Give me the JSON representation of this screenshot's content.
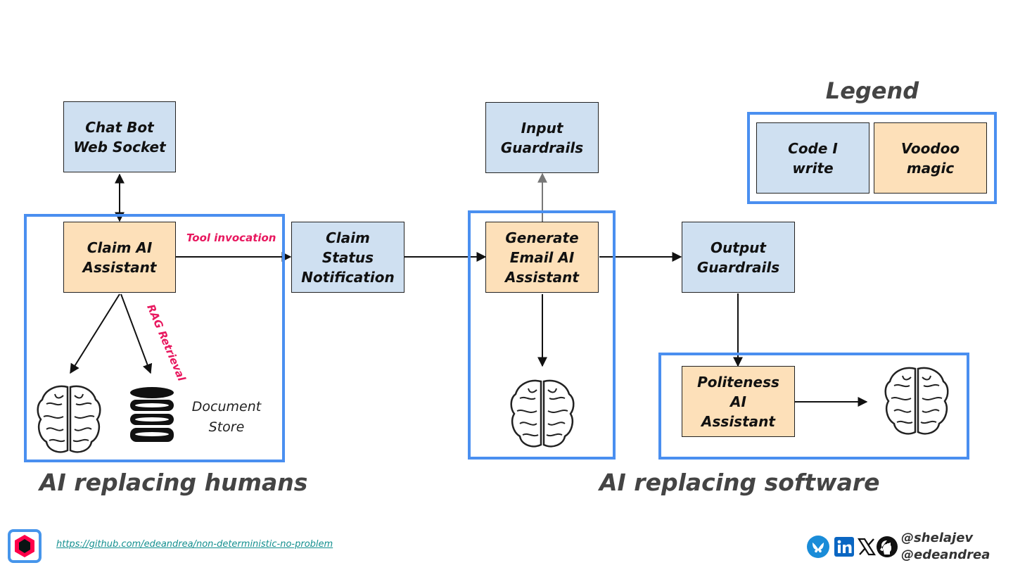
{
  "legend": {
    "title": "Legend",
    "code_label": "Code I\nwrite",
    "voodoo_label": "Voodoo\nmagic"
  },
  "boxes": {
    "chatbot": "Chat Bot\nWeb Socket",
    "claim_ai": "Claim AI\nAssistant",
    "claim_status": "Claim\nStatus\nNotification",
    "input_guardrails": "Input\nGuardrails",
    "generate_email": "Generate\nEmail AI\nAssistant",
    "output_guardrails": "Output\nGuardrails",
    "politeness": "Politeness\nAI\nAssistant"
  },
  "annotations": {
    "tool_invocation": "Tool invocation",
    "rag_retrieval": "RAG Retrieval",
    "document_store": "Document\nStore"
  },
  "captions": {
    "left": "AI replacing humans",
    "right": "AI replacing software"
  },
  "footer": {
    "link": "https://github.com/edeandrea/non-deterministic-no-problem",
    "handle1": "@shelajev",
    "handle2": "@edeandrea"
  },
  "colors": {
    "code_box": "#cfe0f1",
    "voodoo_box": "#fde0b9",
    "frame": "#4a8ff0",
    "annotation": "#e8185f"
  },
  "icons": [
    "brain-icon",
    "database-icon",
    "bluesky-icon",
    "linkedin-icon",
    "x-icon",
    "github-icon",
    "quarkus-logo"
  ]
}
